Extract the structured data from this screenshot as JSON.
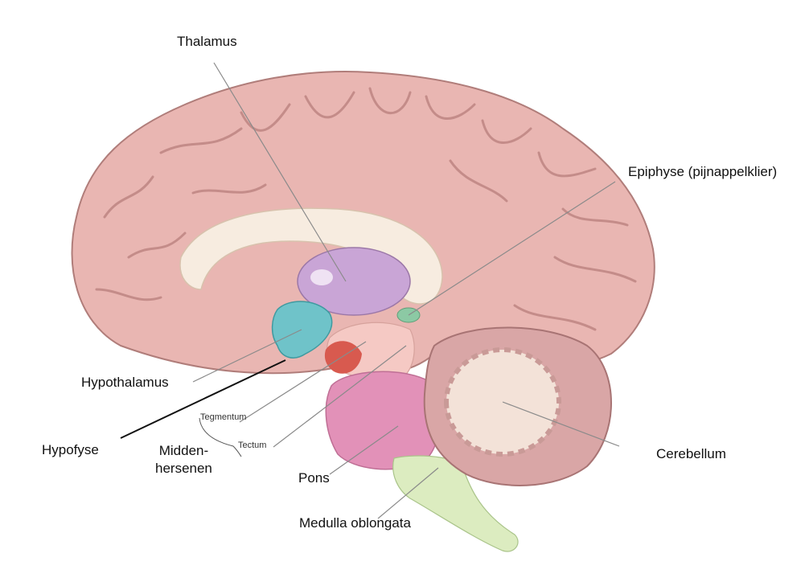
{
  "labels": {
    "thalamus": "Thalamus",
    "epiphyse": "Epiphyse (pijnappelklier)",
    "hypothalamus": "Hypothalamus",
    "hypofyse": "Hypofyse",
    "midden_line1": "Midden-",
    "midden_line2": "hersenen",
    "cerebellum": "Cerebellum",
    "pons": "Pons",
    "medulla": "Medulla oblongata",
    "tegmentum": "Tegmentum",
    "tectum": "Tectum"
  },
  "colors": {
    "cortex": "#e9b6b2",
    "cortex_dark": "#c98f8c",
    "corpus_callosum": "#f7ece0",
    "thalamus": "#c9a5d6",
    "hypothalamus": "#6fc3c9",
    "midbrain": "#f5c9c4",
    "pons": "#e291b8",
    "medulla": "#dcecc0",
    "cerebellum": "#d9a6a6",
    "epiphyse": "#8cc9a4"
  }
}
